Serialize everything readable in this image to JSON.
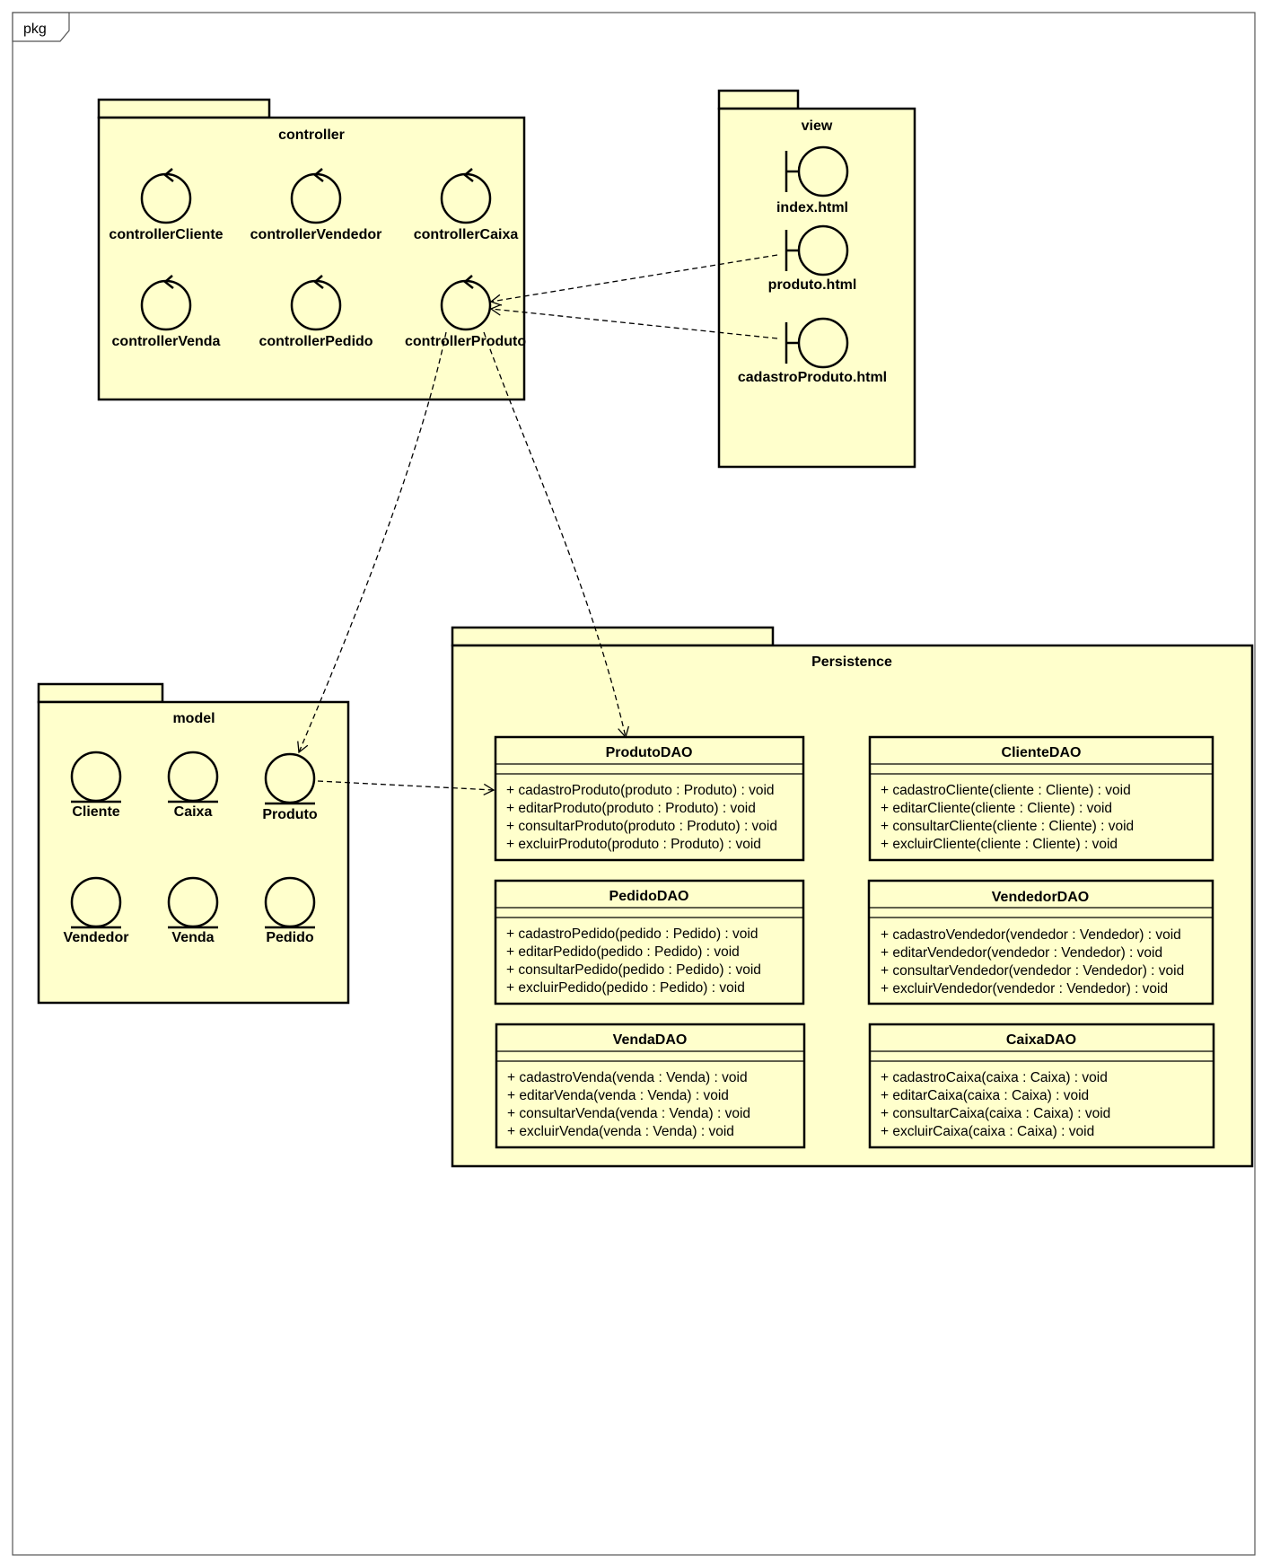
{
  "frame": {
    "label": "pkg"
  },
  "packages": {
    "controller": {
      "name": "controller",
      "items": [
        "controllerCliente",
        "controllerVendedor",
        "controllerCaixa",
        "controllerVenda",
        "controllerPedido",
        "controllerProduto"
      ]
    },
    "view": {
      "name": "view",
      "items": [
        "index.html",
        "produto.html",
        "cadastroProduto.html"
      ]
    },
    "model": {
      "name": "model",
      "items": [
        "Cliente",
        "Caixa",
        "Produto",
        "Vendedor",
        "Venda",
        "Pedido"
      ]
    },
    "persistence": {
      "name": "Persistence",
      "classes": [
        {
          "name": "ProdutoDAO",
          "ops": [
            "+ cadastroProduto(produto : Produto) : void",
            "+ editarProduto(produto : Produto) : void",
            "+ consultarProduto(produto : Produto) : void",
            "+ excluirProduto(produto : Produto) : void"
          ]
        },
        {
          "name": "ClienteDAO",
          "ops": [
            "+ cadastroCliente(cliente : Cliente) : void",
            "+ editarCliente(cliente : Cliente) : void",
            "+ consultarCliente(cliente : Cliente) : void",
            "+ excluirCliente(cliente : Cliente) : void"
          ]
        },
        {
          "name": "PedidoDAO",
          "ops": [
            "+ cadastroPedido(pedido : Pedido) : void",
            "+ editarPedido(pedido : Pedido) : void",
            "+ consultarPedido(pedido : Pedido) : void",
            "+ excluirPedido(pedido : Pedido) : void"
          ]
        },
        {
          "name": "VendedorDAO",
          "ops": [
            "+ cadastroVendedor(vendedor : Vendedor) : void",
            "+ editarVendedor(vendedor : Vendedor) : void",
            "+ consultarVendedor(vendedor : Vendedor) : void",
            "+ excluirVendedor(vendedor : Vendedor) : void"
          ]
        },
        {
          "name": "VendaDAO",
          "ops": [
            "+ cadastroVenda(venda : Venda) : void",
            "+ editarVenda(venda : Venda) : void",
            "+ consultarVenda(venda : Venda) : void",
            "+ excluirVenda(venda : Venda) : void"
          ]
        },
        {
          "name": "CaixaDAO",
          "ops": [
            "+ cadastroCaixa(caixa : Caixa) : void",
            "+ editarCaixa(caixa : Caixa) : void",
            "+ consultarCaixa(caixa : Caixa) : void",
            "+ excluirCaixa(caixa : Caixa) : void"
          ]
        }
      ]
    }
  },
  "colors": {
    "package_fill": "#ffffcc",
    "stroke": "#000000",
    "frame_stroke": "#555555"
  }
}
